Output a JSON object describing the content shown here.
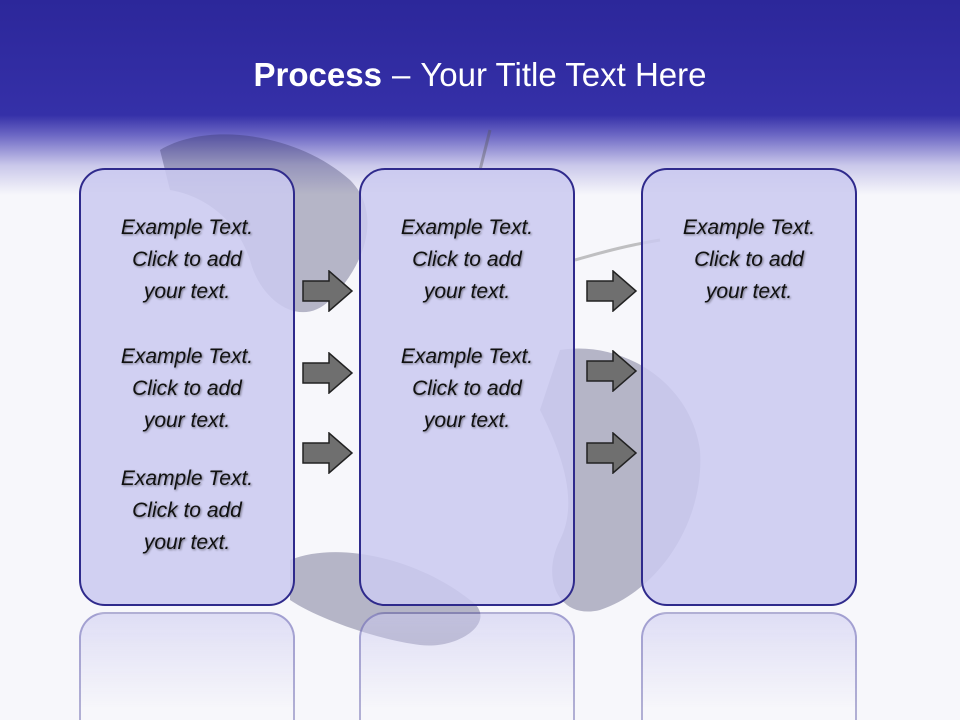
{
  "header": {
    "title_bold": "Process",
    "title_separator": "–",
    "title_rest": "Your Title Text Here"
  },
  "panels": [
    {
      "blocks": [
        {
          "line1": "Example Text.",
          "line2": "Click  to add",
          "line3": "your text."
        },
        {
          "line1": "Example Text.",
          "line2": "Click  to add",
          "line3": "your text."
        },
        {
          "line1": "Example Text.",
          "line2": "Click  to add",
          "line3": "your text."
        }
      ]
    },
    {
      "blocks": [
        {
          "line1": "Example Text.",
          "line2": "Click  to add",
          "line3": "your text."
        },
        {
          "line1": "Example Text.",
          "line2": "Click  to add",
          "line3": "your text."
        }
      ]
    },
    {
      "blocks": [
        {
          "line1": "Example Text.",
          "line2": "Click  to add",
          "line3": "your text."
        }
      ]
    }
  ],
  "arrows": {
    "between_panel_1_and_2": 3,
    "between_panel_2_and_3": 3,
    "icon": "right-arrow-icon"
  },
  "colors": {
    "header": "#3530a8",
    "panel_fill": "#cbc9f0",
    "panel_border": "#2f2a8c",
    "arrow_fill": "#6f6f6f"
  }
}
